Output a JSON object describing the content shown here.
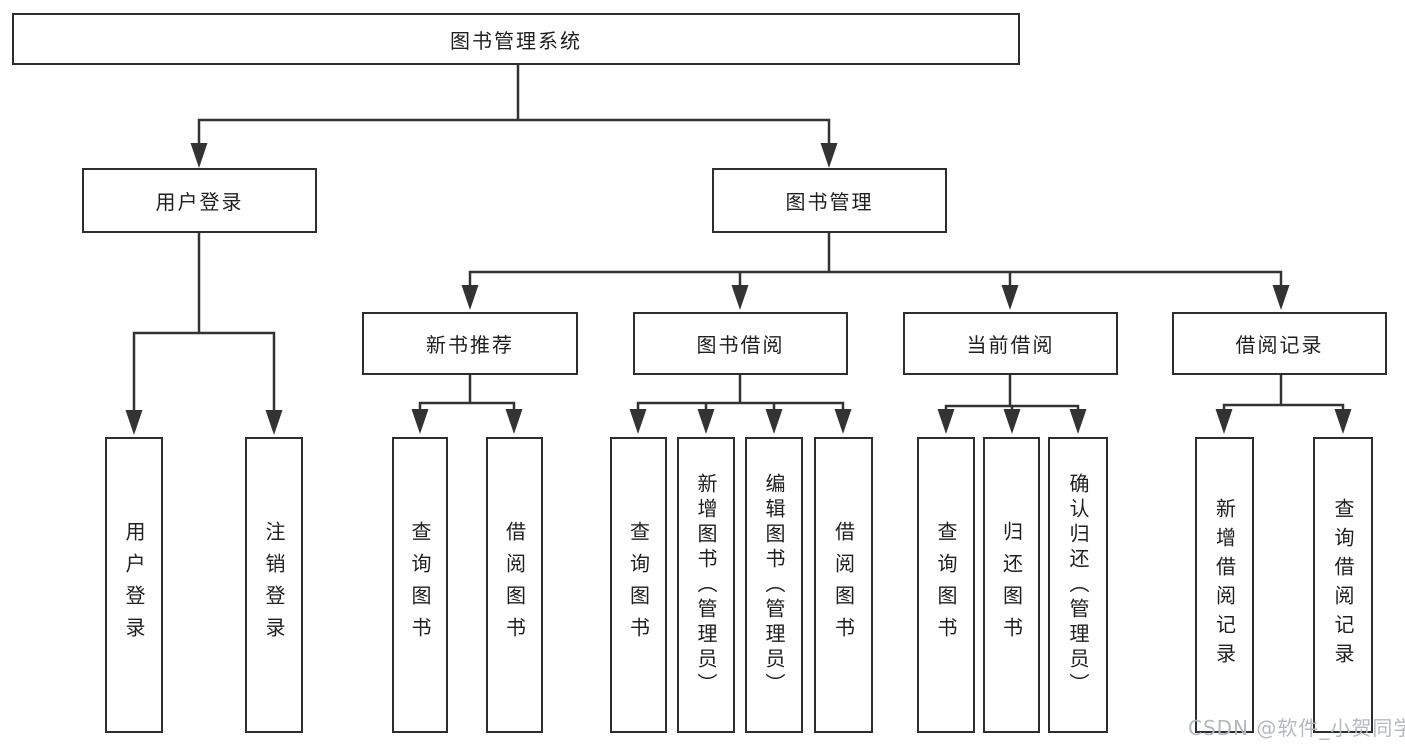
{
  "diagram": {
    "root": "图书管理系统",
    "level2": {
      "user_login": "用户登录",
      "book_mgmt": "图书管理"
    },
    "level3": {
      "new_books": "新书推荐",
      "borrowing": "图书借阅",
      "current": "当前借阅",
      "records": "借阅记录"
    },
    "leaves": {
      "user_login": [
        "用户登录",
        "注销登录"
      ],
      "new_books": [
        "查询图书",
        "借阅图书"
      ],
      "borrowing": [
        "查询图书",
        "新增图书（管理员）",
        "编辑图书（管理员）",
        "借阅图书"
      ],
      "current": [
        "查询图书",
        "归还图书",
        "确认归还（管理员）"
      ],
      "records": [
        "新增借阅记录",
        "查询借阅记录"
      ]
    }
  },
  "watermark": "CSDN @软件_小贺同学",
  "colors": {
    "line": "#333333",
    "border": "#2e2e2e",
    "text": "#1f1f1f",
    "watermark_text": "#b5b9bd"
  }
}
